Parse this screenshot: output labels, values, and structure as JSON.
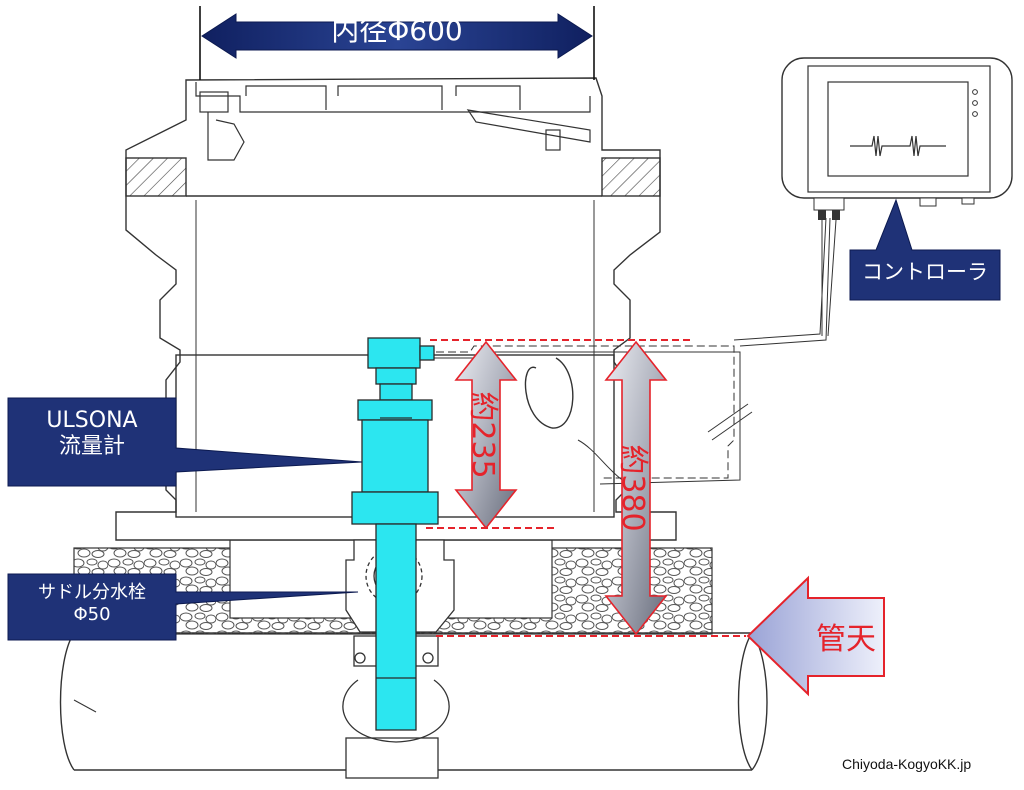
{
  "labels": {
    "inner_diameter": "内径Φ600",
    "controller": "コントローラ",
    "flowmeter_line1": "ULSONA",
    "flowmeter_line2": "流量計",
    "saddle_line1": "サドル分水栓",
    "saddle_line2": "Φ50",
    "dim_235": "約235",
    "dim_380": "約380",
    "pipe_top": "管天",
    "credit": "Chiyoda-KogyoKK.jp"
  },
  "colors": {
    "navy": "#1f3277",
    "navy_dark": "#0c1a50",
    "cyan": "#2ce6f0",
    "dim_red": "#e5232b",
    "dim_arrow_fill": "#8f93a2",
    "pipe_arrow_fill": "#b8bfe6",
    "outline": "#333333"
  }
}
